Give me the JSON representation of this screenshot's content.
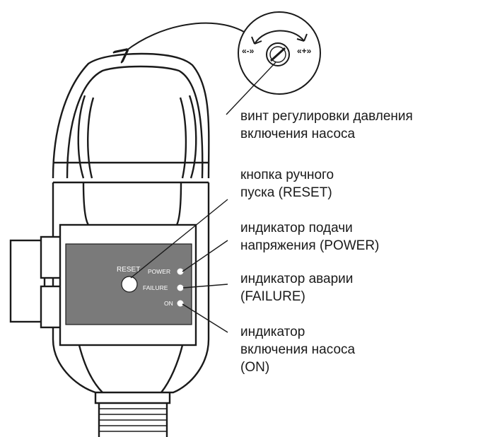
{
  "diagram": {
    "callouts": {
      "pressure_screw": {
        "line1": "винт регулировки давления",
        "line2": "включения насоса"
      },
      "reset_button": {
        "line1": "кнопка ручного",
        "line2": "пуска (RESET)"
      },
      "power_indicator": {
        "line1": "индикатор подачи",
        "line2": "напряжения (POWER)"
      },
      "failure_indicator": {
        "line1": "индикатор аварии",
        "line2": "(FAILURE)"
      },
      "on_indicator": {
        "line1": "индикатор",
        "line2": "включения насоса",
        "line3": "(ON)"
      }
    },
    "panel": {
      "reset_label": "RESET",
      "power_label": "POWER",
      "failure_label": "FAILURE",
      "on_label": "ON"
    },
    "dial": {
      "minus_label": "«-»",
      "plus_label": "«+»"
    },
    "colors": {
      "line": "#1a1a1a",
      "panel": "#7a7a7a",
      "background": "#ffffff"
    }
  }
}
